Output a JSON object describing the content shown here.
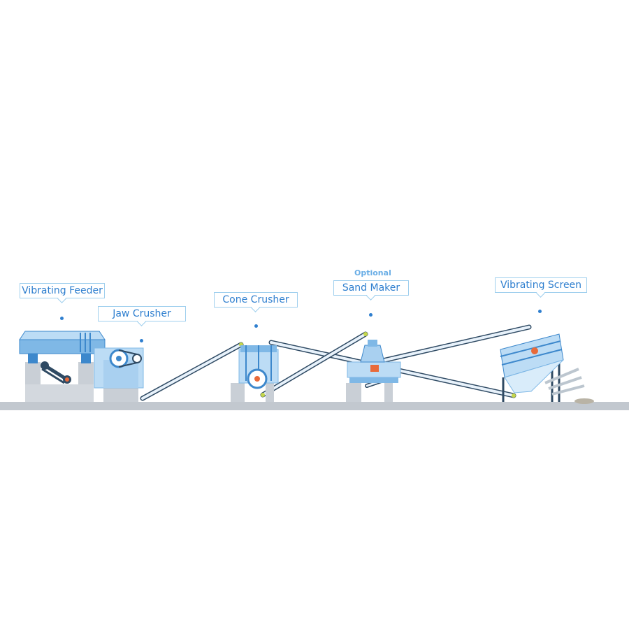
{
  "labels": {
    "vibrating_feeder": "Vibrating Feeder",
    "jaw_crusher": "Jaw Crusher",
    "cone_crusher": "Cone Crusher",
    "sand_maker": "Sand Maker",
    "optional": "Optional",
    "vibrating_screen": "Vibrating Screen"
  },
  "colors": {
    "label_text": "#2f7fcf",
    "label_border": "#9fcfee",
    "machine_light": "#bcdcf5",
    "machine_mid": "#7fb8e6",
    "machine_dark": "#3d88cc",
    "base_gray": "#c9cfd6",
    "ground": "#c2c8cf",
    "belt": "#2f4a63"
  }
}
